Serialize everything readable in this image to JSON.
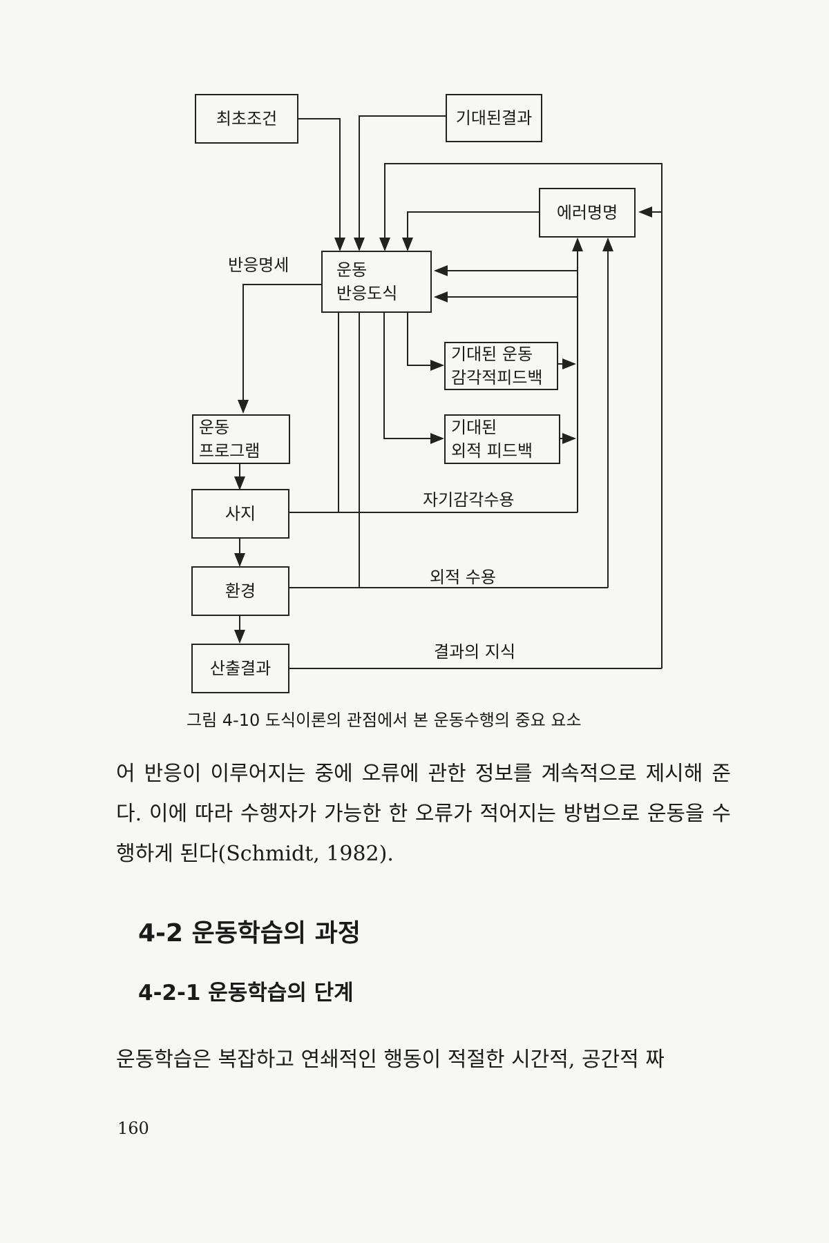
{
  "diagram": {
    "boxes": {
      "initial_conditions": "최초조건",
      "expected_result": "기대된결과",
      "error_label": "에러명명",
      "motor_schema_line1": "운동",
      "motor_schema_line2": "반응도식",
      "expected_sensory_line1": "기대된 운동",
      "expected_sensory_line2": "감각적피드백",
      "expected_external_line1": "기대된",
      "expected_external_line2": "외적 피드백",
      "motor_program_line1": "운동",
      "motor_program_line2": "프로그램",
      "limbs": "사지",
      "environment": "환경",
      "outcome": "산출결과"
    },
    "labels": {
      "response_spec": "반응명세",
      "proprioception": "자기감각수용",
      "exteroception": "외적 수용",
      "knowledge_of_results": "결과의 지식"
    },
    "caption": "그림 4-10 도식이론의 관점에서 본 운동수행의 중요 요소"
  },
  "body": {
    "paragraph1": "어 반응이 이루어지는 중에 오류에 관한 정보를 계속적으로 제시해 준다. 이에 따라 수행자가 가능한 한 오류가 적어지는 방법으로 운동을 수행하게 된다(Schmidt, 1982).",
    "section_heading": "4-2 운동학습의 과정",
    "subsection_heading": "4-2-1 운동학습의 단계",
    "paragraph2": "운동학습은 복잡하고 연쇄적인 행동이 적절한 시간적, 공간적 짜"
  },
  "page_number": "160"
}
